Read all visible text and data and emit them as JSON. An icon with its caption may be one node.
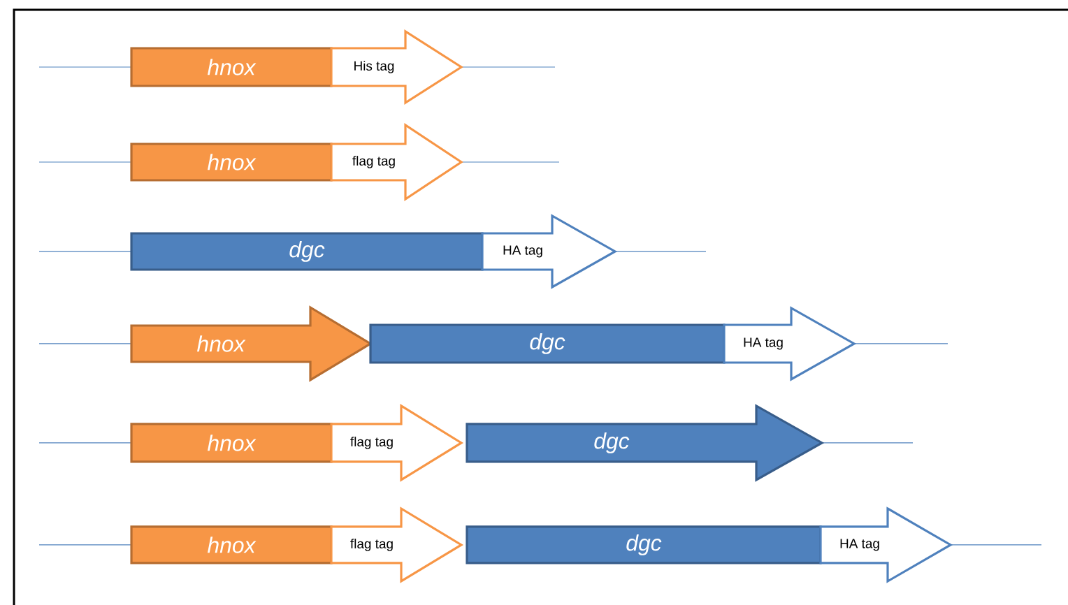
{
  "diagram": {
    "nodes": [
      {
        "text": [
          "hnox"
        ]
      },
      {
        "text": [
          "His tag"
        ]
      },
      {
        "text": [
          "hnox"
        ]
      },
      {
        "text": [
          "flag tag"
        ]
      },
      {
        "text": [
          "dgc"
        ]
      },
      {
        "text": [
          "HA tag"
        ]
      },
      {
        "text": [
          "hnox"
        ]
      },
      {
        "text": [
          "dgc"
        ]
      },
      {
        "text": [
          "HA tag"
        ]
      },
      {
        "text": [
          "hnox"
        ]
      },
      {
        "text": [
          "flag tag"
        ]
      },
      {
        "text": [
          "dgc"
        ]
      },
      {
        "text": [
          "hnox"
        ]
      },
      {
        "text": [
          "flag tag"
        ]
      },
      {
        "text": [
          "dgc"
        ]
      },
      {
        "text": [
          "HA tag"
        ]
      }
    ]
  }
}
